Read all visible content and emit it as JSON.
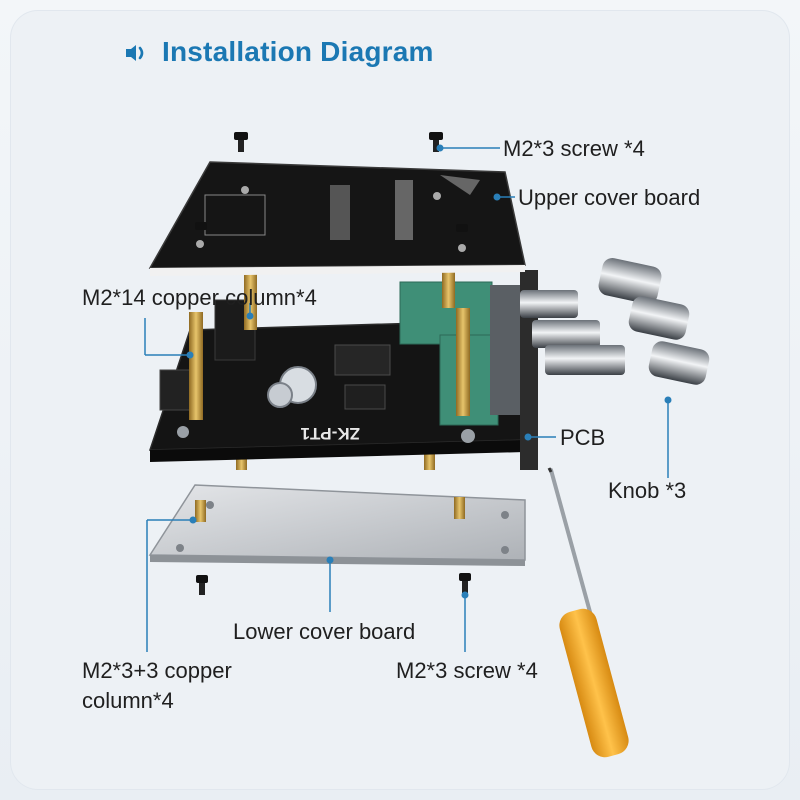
{
  "header": {
    "title": "Installation Diagram",
    "icon": "speaker-icon",
    "accent_color": "#1b78b3"
  },
  "labels": {
    "screw_top": "M2*3 screw *4",
    "upper_cover": "Upper cover board",
    "copper_column_14": "M2*14 copper column*4",
    "pcb": "PCB",
    "knob": "Knob *3",
    "lower_cover": "Lower cover board",
    "copper_column_33_line1": "M2*3+3 copper",
    "copper_column_33_line2": "column*4",
    "screw_bottom": "M2*3 screw *4"
  },
  "pcb_silkscreen": "ZK-PT1",
  "colors": {
    "leader_line": "#2a7fb8",
    "board_black": "#151515",
    "aluminum": "#c9ccd0",
    "brass": "#c9a046",
    "pot_green": "#3f8f77",
    "screwdriver_handle": "#f0a82a"
  }
}
